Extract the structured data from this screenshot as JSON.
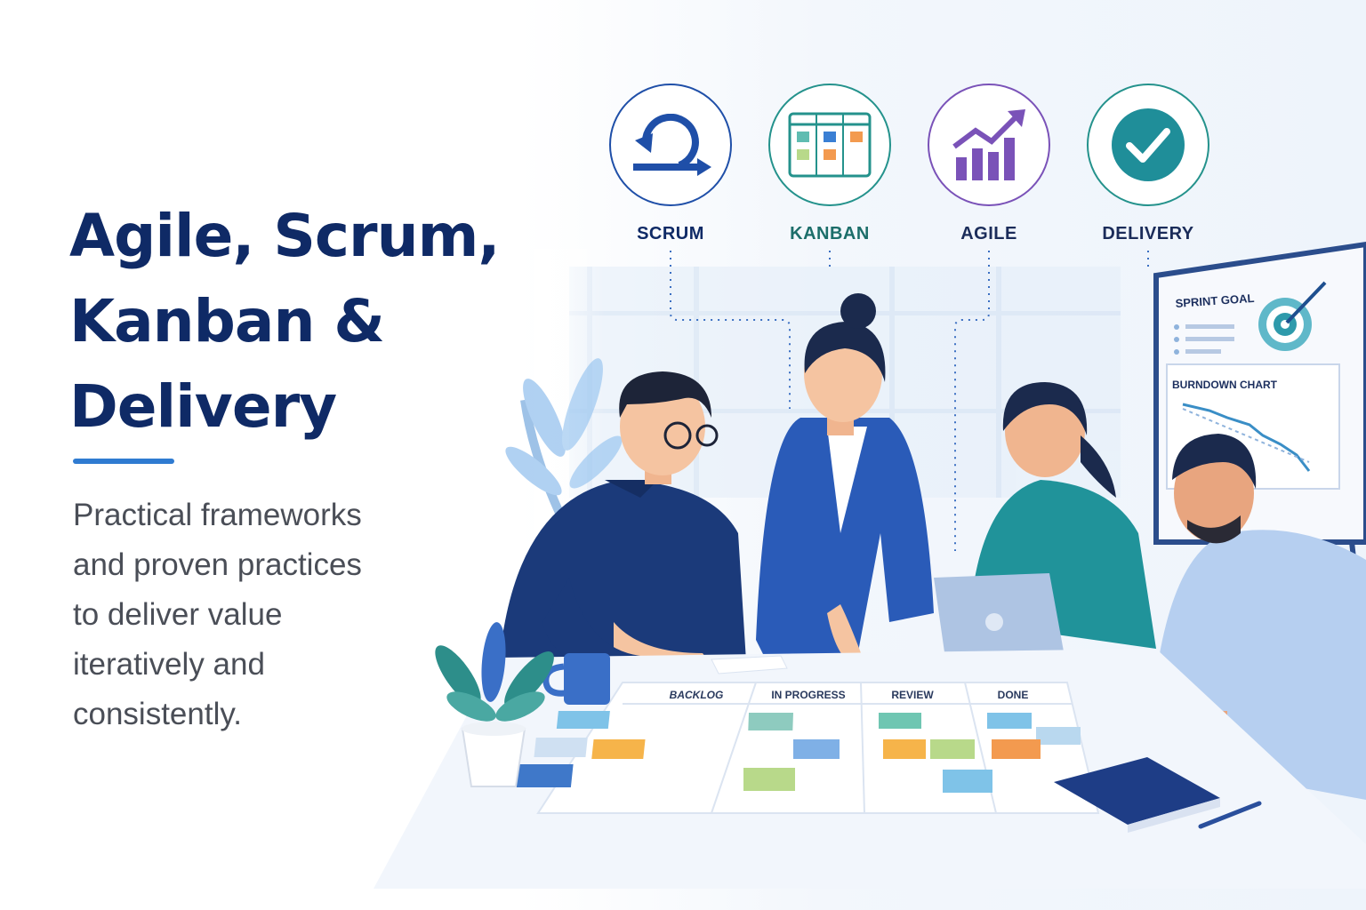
{
  "hero": {
    "title_lines": [
      "Agile, Scrum,",
      "Kanban &",
      "Delivery"
    ],
    "subtitle_lines": [
      "Practical frameworks",
      "and proven practices",
      "to deliver value",
      "iteratively and",
      "consistently."
    ]
  },
  "frameworks": [
    {
      "label": "SCRUM",
      "icon": "scrum-cycle-icon"
    },
    {
      "label": "KANBAN",
      "icon": "kanban-board-icon"
    },
    {
      "label": "AGILE",
      "icon": "growth-chart-icon"
    },
    {
      "label": "DELIVERY",
      "icon": "check-circle-icon"
    }
  ],
  "whiteboard": {
    "sprint_goal": "SPRINT GOAL",
    "burndown_chart": "BURNDOWN CHART"
  },
  "kanban_board": {
    "columns": [
      "BACKLOG",
      "IN PROGRESS",
      "REVIEW",
      "DONE"
    ]
  },
  "colors": {
    "headline": "#0f2a66",
    "accent": "#2f7bd1",
    "body_text": "#4a4e57",
    "scrum": "#1f4fa8",
    "kanban": "#24928c",
    "agile": "#7a52b8",
    "delivery": "#24928c"
  }
}
